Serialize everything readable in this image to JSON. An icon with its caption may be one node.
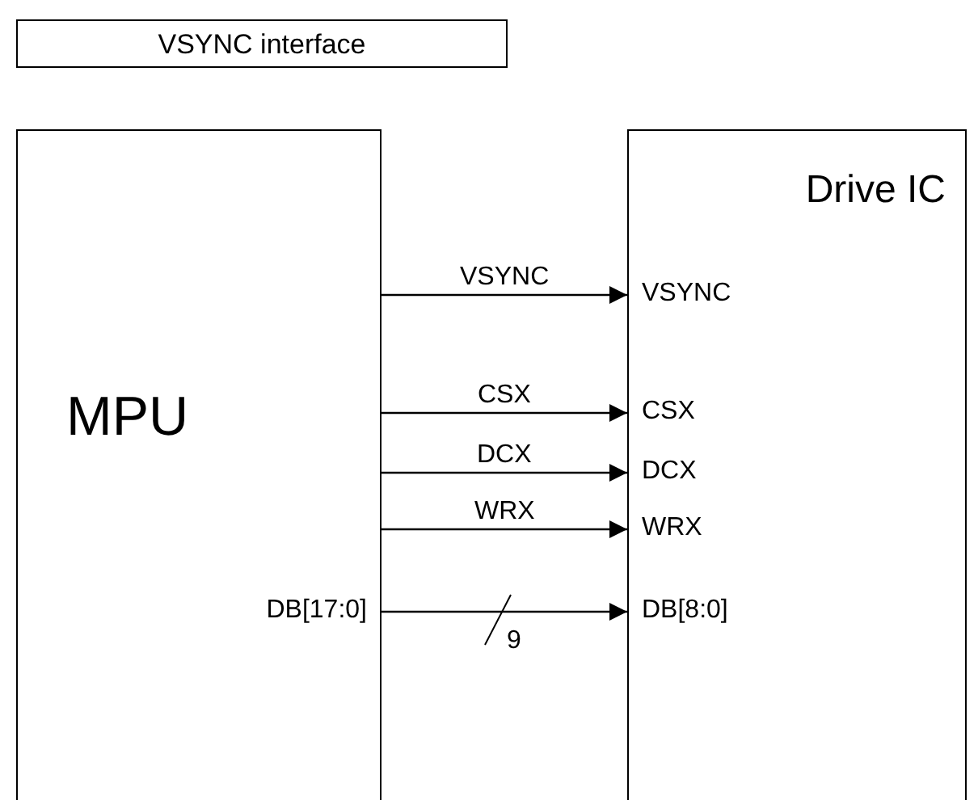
{
  "diagram": {
    "nodes": [
      {
        "text": [
          "VSYNC interface"
        ]
      },
      {
        "text": [
          "MPU"
        ]
      },
      {
        "text": [
          "Drive IC"
        ]
      },
      {
        "text": [
          "DB[17:0]"
        ],
        "in": 1
      },
      {
        "text": [
          "VSYNC"
        ],
        "in": 2
      },
      {
        "text": [
          "CSX"
        ],
        "in": 2
      },
      {
        "text": [
          "DCX"
        ],
        "in": 2
      },
      {
        "text": [
          "WRX"
        ],
        "in": 2
      },
      {
        "text": [
          "DB[8:0]"
        ],
        "in": 2
      }
    ],
    "edges": [
      {
        "from": 1,
        "to": 4,
        "arrow": "to",
        "label": "VSYNC"
      },
      {
        "from": 1,
        "to": 5,
        "arrow": "to",
        "label": "CSX"
      },
      {
        "from": 1,
        "to": 6,
        "arrow": "to",
        "label": "DCX"
      },
      {
        "from": 1,
        "to": 7,
        "arrow": "to",
        "label": "WRX"
      },
      {
        "from": 3,
        "to": 8,
        "arrow": "to",
        "label": "9"
      }
    ]
  }
}
